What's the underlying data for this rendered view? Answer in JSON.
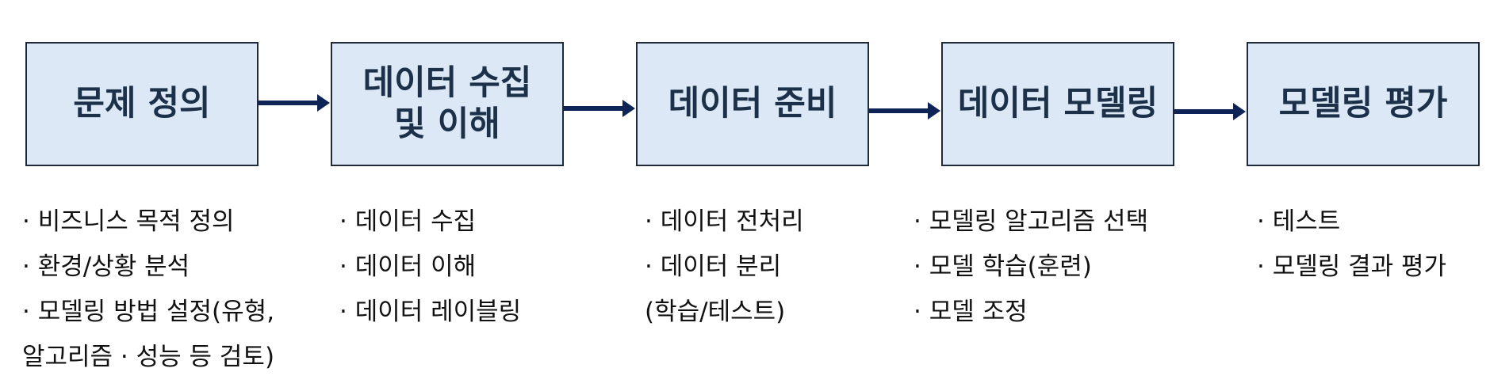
{
  "steps": [
    {
      "title": "문제 정의",
      "items": [
        "· 비즈니스 목적 정의",
        "· 환경/상황 분석",
        "· 모델링 방법 설정(유형,",
        "알고리즘 · 성능 등 검토)"
      ]
    },
    {
      "title": "데이터 수집\n및 이해",
      "items": [
        "· 데이터 수집",
        "· 데이터 이해",
        "· 데이터 레이블링"
      ]
    },
    {
      "title": "데이터 준비",
      "items": [
        "· 데이터 전처리",
        "· 데이터 분리",
        "(학습/테스트)"
      ]
    },
    {
      "title": "데이터 모델링",
      "items": [
        "· 모델링 알고리즘 선택",
        "· 모델 학습(훈련)",
        "· 모델 조정"
      ]
    },
    {
      "title": "모델링 평가",
      "items": [
        "· 테스트",
        "· 모델링 결과 평가"
      ]
    }
  ]
}
